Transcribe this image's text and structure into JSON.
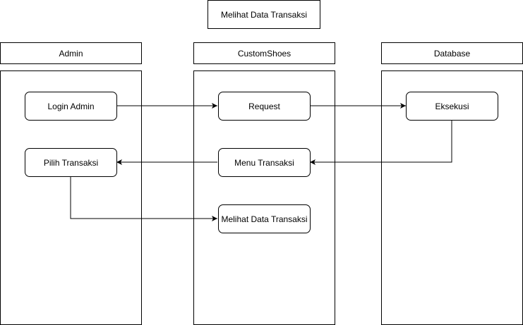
{
  "title": "Melihat Data Transaksi",
  "lanes": {
    "admin": "Admin",
    "customshoes": "CustomShoes",
    "database": "Database"
  },
  "nodes": {
    "login_admin": "Login Admin",
    "request": "Request",
    "eksekusi": "Eksekusi",
    "pilih_transaksi": "Pilih Transaksi",
    "menu_transaksi": "Menu Transaksi",
    "melihat_data": "Melihat Data Transaksi"
  },
  "colors": {
    "stroke": "#000000",
    "fill": "#ffffff"
  }
}
